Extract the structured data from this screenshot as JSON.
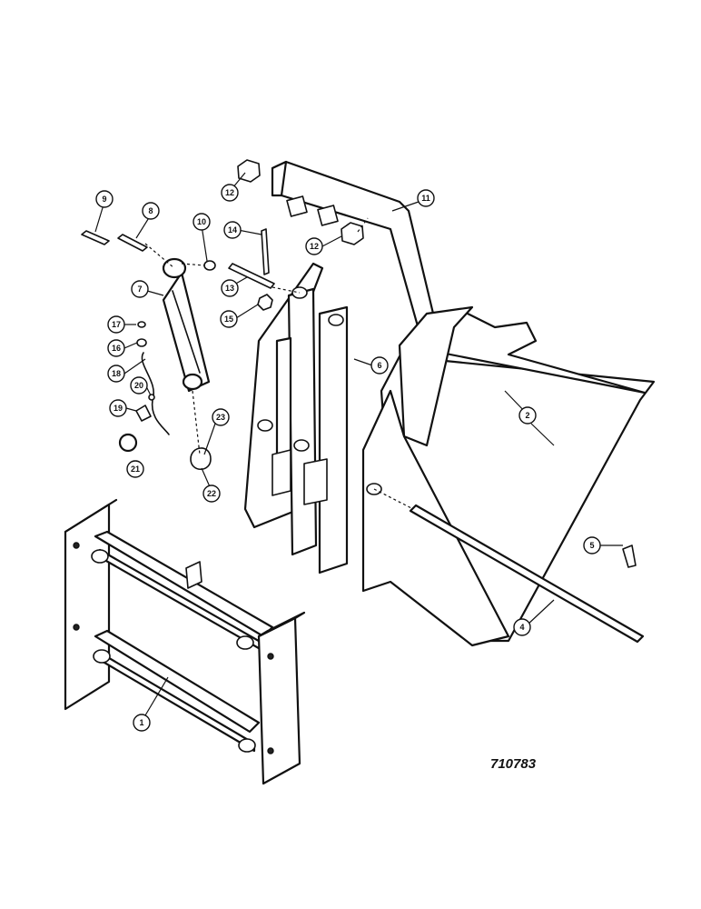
{
  "drawing_number": "710783",
  "callouts": [
    {
      "id": "c1",
      "label": "1"
    },
    {
      "id": "c2",
      "label": "2"
    },
    {
      "id": "c4",
      "label": "4"
    },
    {
      "id": "c5",
      "label": "5"
    },
    {
      "id": "c6",
      "label": "6"
    },
    {
      "id": "c7",
      "label": "7"
    },
    {
      "id": "c8",
      "label": "8"
    },
    {
      "id": "c9",
      "label": "9"
    },
    {
      "id": "c10",
      "label": "10"
    },
    {
      "id": "c11",
      "label": "11"
    },
    {
      "id": "c12a",
      "label": "12"
    },
    {
      "id": "c12b",
      "label": "12"
    },
    {
      "id": "c13",
      "label": "13"
    },
    {
      "id": "c14",
      "label": "14"
    },
    {
      "id": "c15",
      "label": "15"
    },
    {
      "id": "c16",
      "label": "16"
    },
    {
      "id": "c17",
      "label": "17"
    },
    {
      "id": "c18",
      "label": "18"
    },
    {
      "id": "c19",
      "label": "19"
    },
    {
      "id": "c20",
      "label": "20"
    },
    {
      "id": "c21",
      "label": "21"
    },
    {
      "id": "c22",
      "label": "22"
    },
    {
      "id": "c23",
      "label": "23"
    }
  ]
}
